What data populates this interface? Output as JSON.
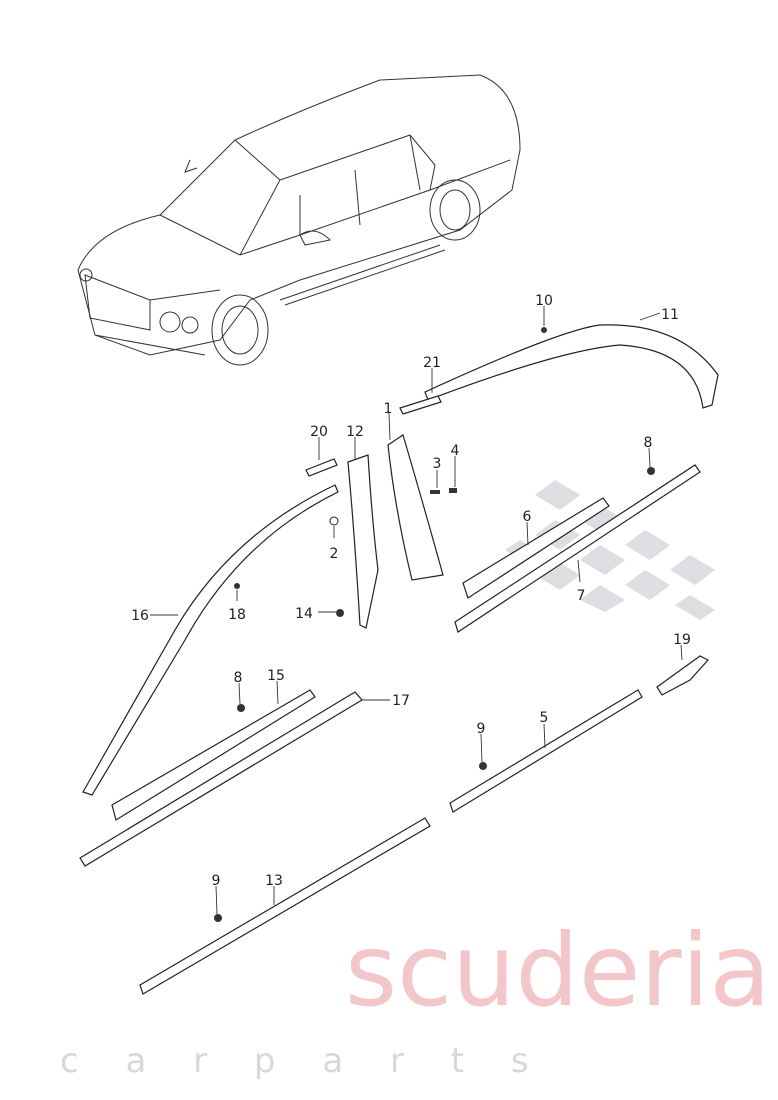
{
  "watermark": {
    "brand": "scuderia",
    "sub": "c a r p a r t s",
    "brand_color": "#f3c6ca",
    "checker_color": "#d5d5dc"
  },
  "labels": {
    "p1": "1",
    "p2": "2",
    "p3": "3",
    "p4": "4",
    "p5": "5",
    "p6": "6",
    "p7": "7",
    "p8a": "8",
    "p8b": "8",
    "p9a": "9",
    "p9b": "9",
    "p10": "10",
    "p11": "11",
    "p12": "12",
    "p13": "13",
    "p14": "14",
    "p15": "15",
    "p16": "16",
    "p17": "17",
    "p18": "18",
    "p19": "19",
    "p20": "20",
    "p21": "21"
  }
}
